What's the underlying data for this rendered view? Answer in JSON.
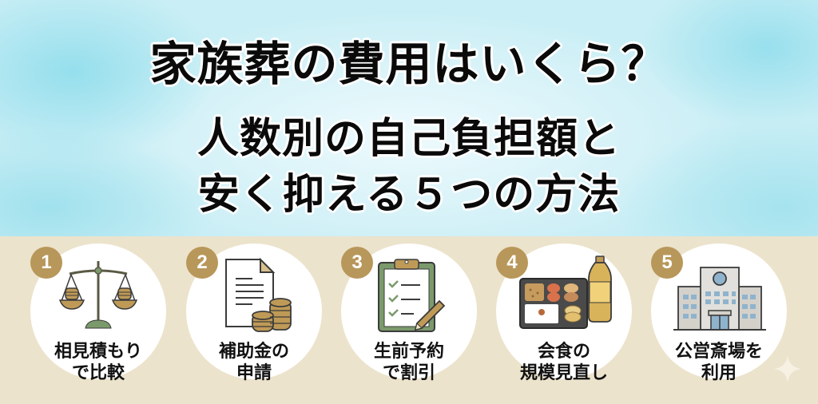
{
  "hero": {
    "title_line1": "家族葬の費用はいくら？",
    "title_line2": "人数別の自己負担額と",
    "title_line3": "安く抑える５つの方法"
  },
  "colors": {
    "badge": "#b8975a",
    "panel_bg": "#ece3cc",
    "hero_bg": "#c9eef5",
    "icon_gold": "#bf9a57",
    "icon_green": "#7b9a6c",
    "icon_line": "#3b3b3b"
  },
  "methods": [
    {
      "number": "1",
      "icon": "balance-scale-icon",
      "label_line1": "相見積もり",
      "label_line2": "で比較"
    },
    {
      "number": "2",
      "icon": "document-coins-icon",
      "label_line1": "補助金の",
      "label_line2": "申請"
    },
    {
      "number": "3",
      "icon": "clipboard-checklist-icon",
      "label_line1": "生前予約",
      "label_line2": "で割引"
    },
    {
      "number": "4",
      "icon": "bento-drink-icon",
      "label_line1": "会食の",
      "label_line2": "規模見直し"
    },
    {
      "number": "5",
      "icon": "public-building-icon",
      "label_line1": "公営斎場を",
      "label_line2": "利用"
    }
  ]
}
